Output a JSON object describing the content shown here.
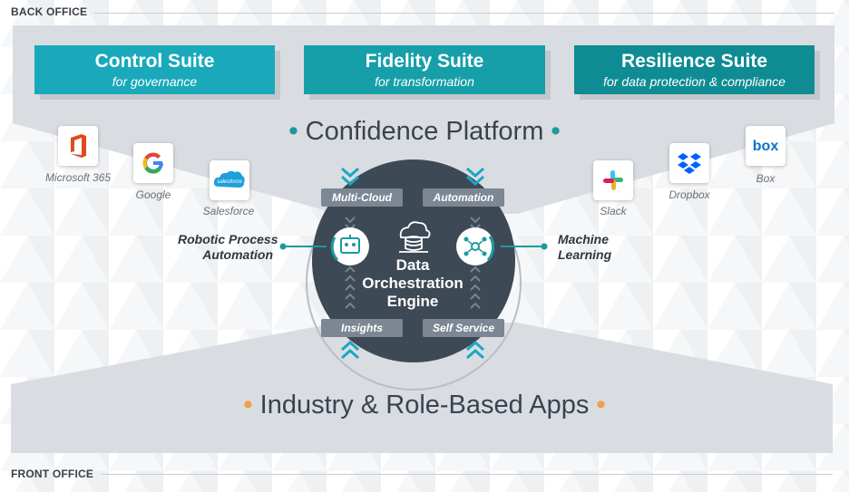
{
  "bands": {
    "back_office": "BACK OFFICE",
    "front_office": "FRONT OFFICE"
  },
  "suites": [
    {
      "title": "Control Suite",
      "subtitle": "for governance",
      "color": "#19a9bb"
    },
    {
      "title": "Fidelity Suite",
      "subtitle": "for transformation",
      "color": "#169fa9"
    },
    {
      "title": "Resilience Suite",
      "subtitle": "for data protection & compliance",
      "color": "#0f8c93"
    }
  ],
  "platform": {
    "title": "Confidence Platform",
    "bullet": "•"
  },
  "apps_left": [
    {
      "name": "Microsoft 365",
      "icon": "office-icon"
    },
    {
      "name": "Google",
      "icon": "google-icon"
    },
    {
      "name": "Salesforce",
      "icon": "salesforce-icon",
      "logo_text": "salesforce"
    }
  ],
  "apps_right": [
    {
      "name": "Slack",
      "icon": "slack-icon"
    },
    {
      "name": "Dropbox",
      "icon": "dropbox-icon"
    },
    {
      "name": "Box",
      "icon": "box-icon",
      "logo_text": "box"
    }
  ],
  "engine": {
    "line1": "Data",
    "line2": "Orchestration",
    "line3": "Engine",
    "pills": [
      "Multi-Cloud",
      "Automation",
      "Insights",
      "Self Service"
    ],
    "left_label_1": "Robotic Process",
    "left_label_2": "Automation",
    "right_label_1": "Machine",
    "right_label_2": "Learning"
  },
  "apps_layer": {
    "title": "Industry & Role-Based Apps",
    "bullet": "•"
  },
  "colors": {
    "teal": "#1a9aa0",
    "engine_bg": "#3e4956",
    "panel_gray": "#d9dde1",
    "pill_gray": "#7d8693",
    "orange": "#f0a050"
  }
}
